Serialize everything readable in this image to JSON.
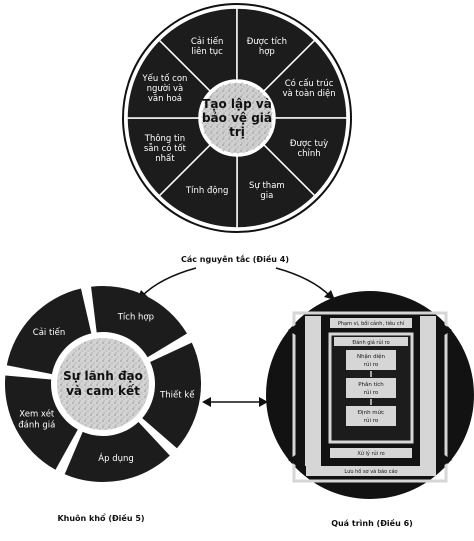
{
  "principles": {
    "center_lines": [
      "Tạo lập và",
      "bảo vệ giá",
      "trị"
    ],
    "segments": [
      {
        "lines": [
          "Cải tiến",
          "liên tục"
        ]
      },
      {
        "lines": [
          "Được tích",
          "hợp"
        ]
      },
      {
        "lines": [
          "Có cấu trúc",
          "và toàn diện"
        ]
      },
      {
        "lines": [
          "Được tuỳ",
          "chỉnh"
        ]
      },
      {
        "lines": [
          "Sự tham",
          "gia"
        ]
      },
      {
        "lines": [
          "Tính động"
        ]
      },
      {
        "lines": [
          "Thông tin",
          "sẵn có tốt",
          "nhất"
        ]
      },
      {
        "lines": [
          "Yếu tố con",
          "người và",
          "văn hoá"
        ]
      }
    ],
    "caption": "Các nguyên tắc (Điều 4)"
  },
  "framework": {
    "center_lines": [
      "Sự lãnh đạo",
      "và cam kết"
    ],
    "segments": [
      {
        "label": "Tích hợp"
      },
      {
        "label": "Thiết kế"
      },
      {
        "label": "Áp dụng"
      },
      {
        "lines": [
          "Xem xét",
          "đánh giá"
        ]
      },
      {
        "label": "Cải tiến"
      }
    ],
    "caption": "Khuôn khổ (Điều 5)"
  },
  "process": {
    "top_label": "Phạm vi, bối cảnh, tiêu chí",
    "inner_title": "Đánh giá rủi ro",
    "steps": [
      {
        "lines": [
          "Nhận diện",
          "rủi ro"
        ]
      },
      {
        "lines": [
          "Phân tích",
          "rủi ro"
        ]
      },
      {
        "lines": [
          "Định mức",
          "rủi ro"
        ]
      }
    ],
    "bottom_label": "Xử lý rủi ro",
    "footer_label": "Lưu hồ sơ và báo cáo",
    "caption": "Quá trình (Điều 6)"
  },
  "colors": {
    "segment": "#1c1c1c",
    "center": "#c9c9c9",
    "band": "#d6d6d6",
    "ink": "#111111"
  }
}
